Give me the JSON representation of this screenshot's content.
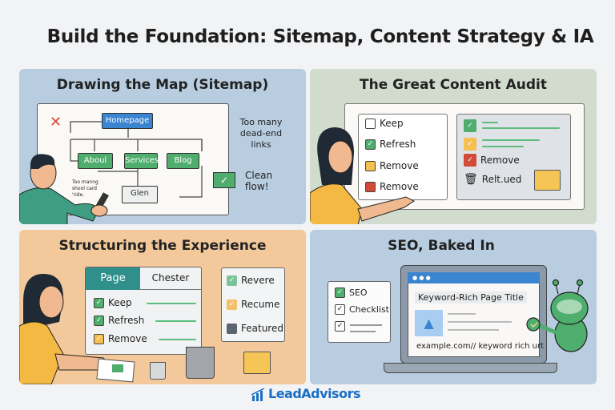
{
  "title": "Build the Foundation: Sitemap, Content Strategy & IA",
  "panels": {
    "sitemap": {
      "title": "Drawing the Map (Sitemap)",
      "nodes": {
        "home": "Homepage",
        "about": "Aboul",
        "services": "Services",
        "blog": "Blog",
        "clean": "Glen"
      },
      "note_left": "Too manng shool card 'ride.",
      "note_right": "Too many dead-end links",
      "clean_flow": "Clean flow!",
      "bg": "#b8cde0"
    },
    "audit": {
      "title": "The Great Content Audit",
      "list": [
        "Keep",
        "Refresh",
        "Remove",
        "Remove"
      ],
      "right_remove": "Remove",
      "right_related": "Relt.ued",
      "bg": "#d2dcce"
    },
    "structure": {
      "title": "Structuring the Experience",
      "tabs": [
        "Page",
        "Chester"
      ],
      "list": [
        "Keep",
        "Refresh",
        "Remove"
      ],
      "side": [
        "Revere",
        "Recume",
        "Featured"
      ],
      "bg": "#f3c99b"
    },
    "seo": {
      "title": "SEO, Baked In",
      "checklist": [
        "SEO",
        "Checklist"
      ],
      "page_title": "Keyword-Rich Page Title",
      "url": "example.com// keyword rich urt",
      "bg": "#b8cde0"
    }
  },
  "brand": {
    "name": "LeadAdvisors",
    "color": "#1a6fc4"
  }
}
